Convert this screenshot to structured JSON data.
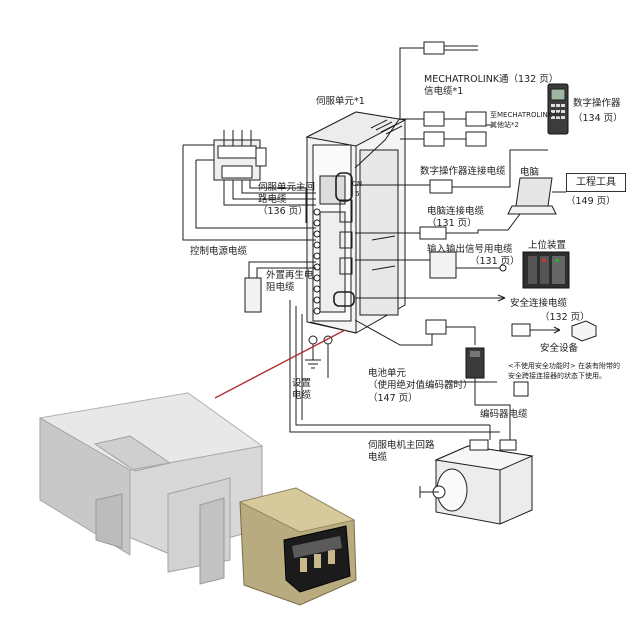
{
  "labels": {
    "servo_unit": "伺服单元*1",
    "mechatrolink_cable_line1": "MECHATROLINK通（132 页）",
    "mechatrolink_cable_line2": "信电缆*1",
    "mechatrolink_iii_line1": "至MECHATROLINK-III",
    "mechatrolink_iii_line2": "其他站*2",
    "digital_operator": "数字操作器",
    "digital_operator_page": "（134 页）",
    "digital_operator_cable": "数字操作器连接电缆",
    "computer": "电脑",
    "engineering_tool": "工程工具",
    "engineering_tool_page": "（149 页）",
    "pc_cable": "电脑连接电缆",
    "pc_cable_page": "（131 页）",
    "io_cable": "输入输出信号用电缆",
    "io_cable_page": "（131 页）",
    "host_device": "上位装置",
    "safety_cable": "安全连接电缆",
    "safety_cable_page": "（132 页）",
    "safety_device": "安全设备",
    "safety_note_line1": "<不使用安全功能时> 在装有附带的",
    "safety_note_line2": "安全跨接连接器的状态下使用。",
    "main_circuit_cable_line1": "伺服单元主回",
    "main_circuit_cable_line2": "路电缆",
    "main_circuit_cable_page": "（136 页）",
    "control_power_cable": "控制电源电缆",
    "regen_resistor_line1": "外置再生电",
    "regen_resistor_line2": "阻电缆",
    "ground_cable_line1": "设置",
    "ground_cable_line2": "电缆",
    "battery_unit_line1": "电池单元",
    "battery_unit_line2": "（使用绝对值编码器时）",
    "battery_unit_page": "（147 页）",
    "encoder_cable": "编码器电缆",
    "motor_cable_line1": "伺服电机主回路",
    "motor_cable_line2": "电缆",
    "cn1": "CN",
    "cn6": "6"
  },
  "colors": {
    "line": "#1e1e1e",
    "leader": "#b33030",
    "connector_body": "#dcdcdc",
    "connector_shadow": "#a9a9a9",
    "metal": "#c9b98a"
  },
  "icons": [
    "servo-drive-icon",
    "mechatrolink-connector-icon",
    "digital-operator-icon",
    "laptop-icon",
    "plc-host-icon",
    "magnetic-contactor-icon",
    "regen-resistor-icon",
    "battery-unit-icon",
    "servo-motor-icon",
    "safety-plug-icon",
    "ieee1394-connector-photo"
  ]
}
